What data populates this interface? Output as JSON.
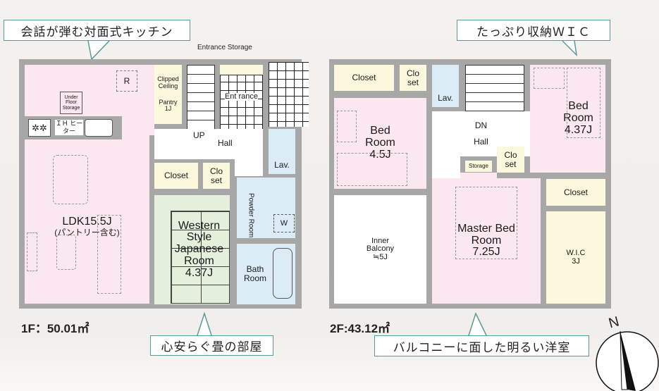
{
  "callouts": {
    "kitchen": "会話が弾む対面式キッチン",
    "wic": "たっぷり収納ＷＩＣ",
    "tatami": "心安らぐ畳の部屋",
    "balcony_room": "バルコニーに面した明るい洋室"
  },
  "floor1": {
    "area": "1F：50.01㎡",
    "entrance_storage": "Entrance Storage",
    "ldk": "LDK15.5J",
    "ldk_note": "(パントリー含む)",
    "r": "R",
    "under_floor": "Under Floor Storage",
    "ih": "ＩＨ ヒーター",
    "clipped": "Clipped Ceiling",
    "pantry": "Pantry",
    "pantry_size": "1J",
    "entrance": "Ent rance",
    "up": "UP",
    "hall": "Hall",
    "closet": "Closet",
    "closet2": "Clo set",
    "western": "Western Style Japanese Room",
    "western_size": "4.37J",
    "lav": "Lav.",
    "powder": "Powder Room",
    "w": "W",
    "bath": "Bath Room"
  },
  "floor2": {
    "area": "2F:43.12㎡",
    "closet_a": "Closet",
    "closet_b": "Clo set",
    "lav": "Lav.",
    "bed1": "Bed Room",
    "bed1_size": "4.5J",
    "dn": "DN",
    "hall": "Hall",
    "storage": "Storage",
    "closet_c": "Clo set",
    "bed2": "Bed Room",
    "bed2_size": "4.37J",
    "closet_d": "Closet",
    "balcony": "Inner Balcony",
    "balcony_size": "≒5J",
    "master": "Master Bed Room",
    "master_size": "7.25J",
    "wic": "W.I.C",
    "wic_size": "3J"
  },
  "compass": {
    "north": "N"
  }
}
